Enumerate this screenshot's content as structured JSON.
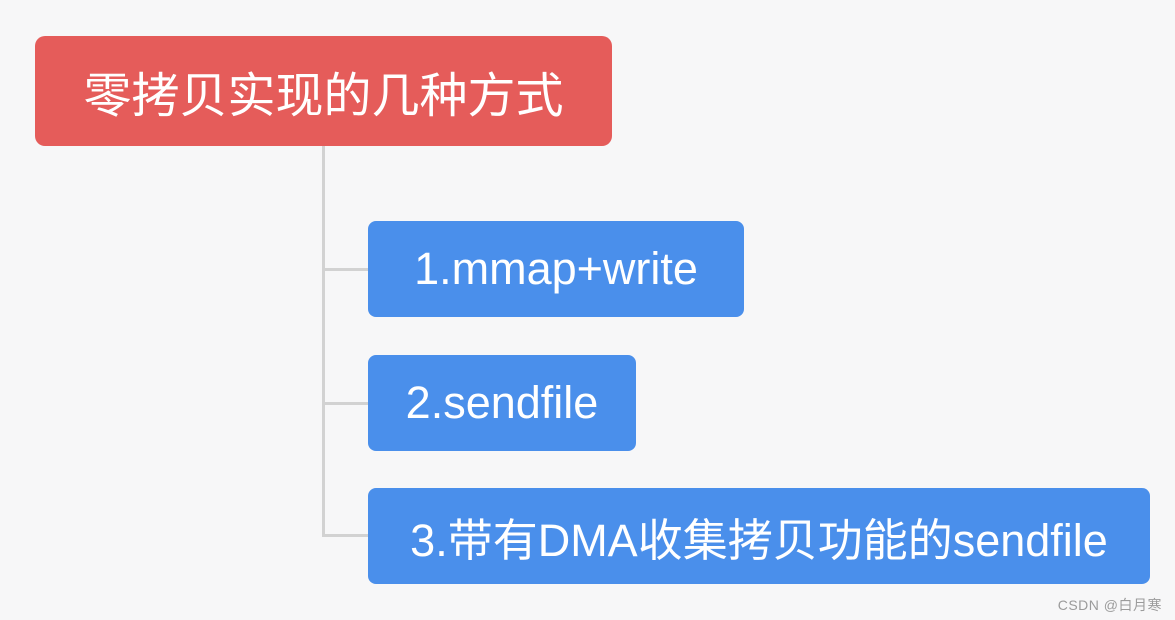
{
  "canvas": {
    "background_color": "#f7f7f8"
  },
  "mindmap": {
    "root": {
      "label": "零拷贝实现的几种方式",
      "color": "#e55c5a",
      "text_color": "#ffffff"
    },
    "children": [
      {
        "label": "1.mmap+write",
        "color": "#4a8feb",
        "text_color": "#ffffff"
      },
      {
        "label": "2.sendfile",
        "color": "#4a8feb",
        "text_color": "#ffffff"
      },
      {
        "label": "3.带有DMA收集拷贝功能的sendfile",
        "color": "#4a8feb",
        "text_color": "#ffffff"
      }
    ],
    "connector_color": "#d2d2d2"
  },
  "watermark": {
    "text": "CSDN @白月寒",
    "color": "#9b9b9b"
  }
}
